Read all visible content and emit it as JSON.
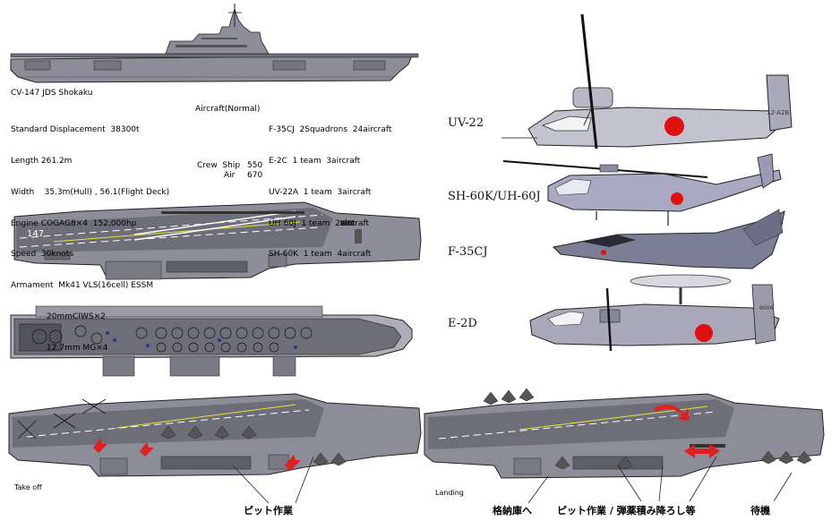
{
  "ship": {
    "name": "CV-147 JDS Shokaku",
    "specs": [
      "Standard Displacement  38300t",
      "Length 261.2m",
      "Width    35.3m(Hull) , 56.1(Flight Deck)",
      "Engine COGAG8×4  152,000hp",
      "Speed  30knots",
      "Armament  Mk41 VLS(16cell) ESSM",
      "              20mmCIWS×2",
      "              12.7mm MG×4"
    ],
    "aircraft_label": "Aircraft(Normal)",
    "aircraft": [
      "F-35CJ  2Squadrons  24aircraft",
      "E-2C  1 team  3aircraft",
      "UV-22A  1 team  3aircraft",
      "UH-60J  1 team  2aircraft",
      "SH-60K  1 team  4aircraft"
    ],
    "crew_label": "Crew  Ship",
    "crew_ship": "550",
    "crew_air_label": "Air",
    "crew_air": "670",
    "hull_number": "147"
  },
  "aircraft_labels": {
    "uv22": "UV-22",
    "sh60": "SH-60K/UH-60J",
    "f35": "F-35CJ",
    "e2d": "E-2D"
  },
  "tail_code": "12-A2B",
  "tail_code_e2": "8606",
  "deck_ops": {
    "takeoff": "Take off",
    "landing": "Landing",
    "pit_work_left": "ピット作業",
    "to_hangar": "格納庫へ",
    "pit_rearm": "ピット作業 / 弾薬積み降ろし等",
    "standby": "待機"
  },
  "colors": {
    "hull": "#8d8d99",
    "deck": "#6e6e78",
    "deck_line": "#ffffff",
    "deck_yellow": "#e8e23a",
    "hangar": "#5e5e68",
    "hinomaru": "#e01010",
    "arrow": "#e02020",
    "aircraft_grey": "#a9a9b9",
    "f35": "#7a7f96"
  }
}
